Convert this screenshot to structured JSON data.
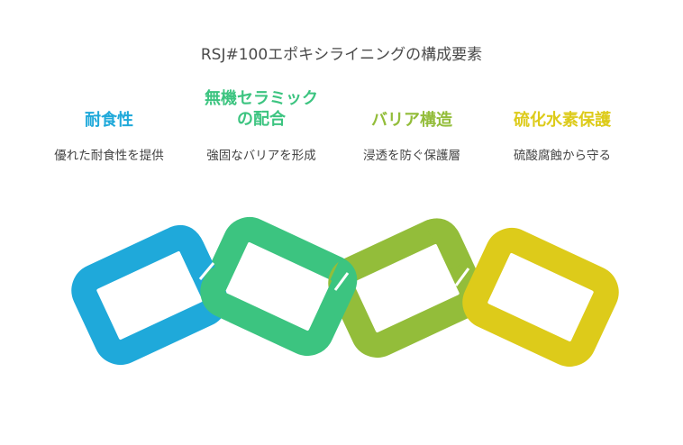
{
  "title": "RSJ#100エポキシライニングの構成要素",
  "columns": [
    {
      "heading": "耐食性",
      "description": "優れた耐食性を提供"
    },
    {
      "heading_lines": [
        "無機セラミック",
        "の配合"
      ],
      "description": "強固なバリアを形成"
    },
    {
      "heading": "バリア構造",
      "description": "浸透を防ぐ保護層"
    },
    {
      "heading": "硫化水素保護",
      "description": "硫酸腐蝕から守る"
    }
  ],
  "colors": {
    "link1": "#1FA9DA",
    "link2": "#3CC480",
    "link3": "#93BD3A",
    "link4": "#DDCB1A",
    "title": "#4a4a4a",
    "description": "#444444"
  }
}
